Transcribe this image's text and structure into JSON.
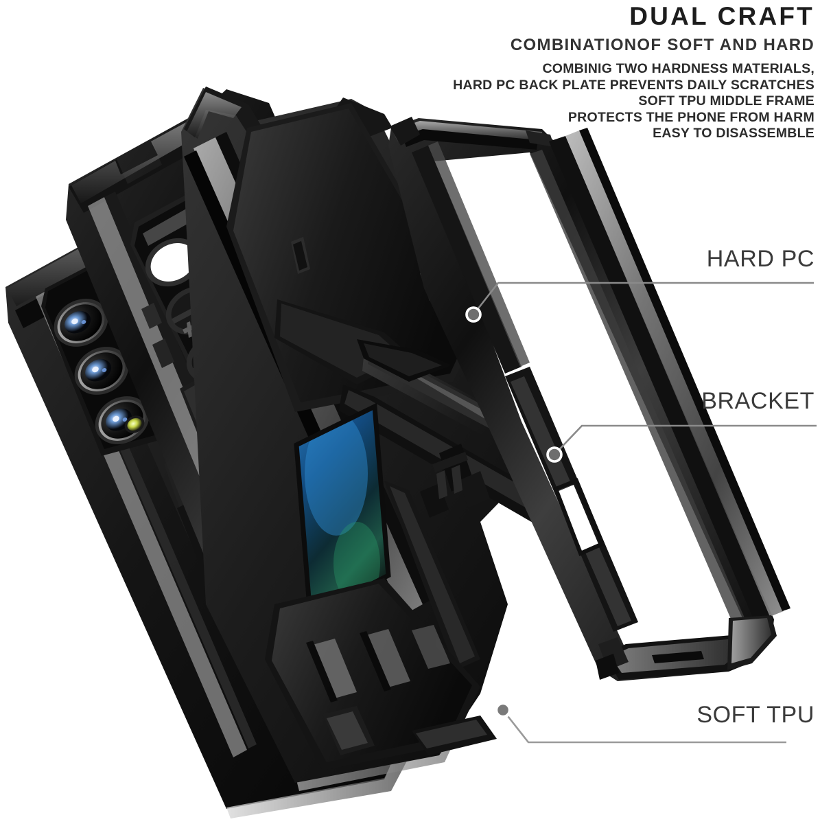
{
  "header": {
    "title": "DUAL CRAFT",
    "subtitle": "COMBINATIONOF SOFT AND HARD",
    "body_lines": [
      "COMBINIG TWO HARDNESS MATERIALS,",
      "HARD PC BACK PLATE PREVENTS DAILY SCRATCHES",
      "SOFT TPU MIDDLE FRAME",
      "PROTECTS THE PHONE FROM HARM",
      "EASY TO DISASSEMBLE"
    ]
  },
  "callouts": [
    {
      "id": "hard-pc",
      "label": "HARD PC",
      "marker_color": "#6e6e6e",
      "line_color": "#8a8a8a"
    },
    {
      "id": "bracket",
      "label": "BRACKET",
      "marker_color": "#6e6e6e",
      "line_color": "#8a8a8a"
    },
    {
      "id": "soft-tpu",
      "label": "SOFT TPU",
      "marker_color": "#7a7a7a",
      "line_color": "#9a9a9a"
    }
  ],
  "product": {
    "type": "phone-case-exploded-view",
    "device": "foldable-smartphone",
    "layers": [
      "phone-body",
      "soft-tpu-middle-frame",
      "hard-pc-back-plate",
      "kickstand-bracket",
      "tpu-bezel-frame"
    ],
    "camera_lens_count": 3,
    "has_led_flash": true
  },
  "colors": {
    "background": "#ffffff",
    "title_text": "#1d1d1d",
    "body_text": "#2c2c2c",
    "label_text": "#3a3a3a",
    "case_black": "#121212",
    "case_dark_gray": "#2b2b2b",
    "case_mid_gray": "#4a4a4a",
    "case_highlight": "#9a9a9a",
    "screen_blue": "#1d5f9e",
    "flash_yellow": "#cfd84a"
  }
}
